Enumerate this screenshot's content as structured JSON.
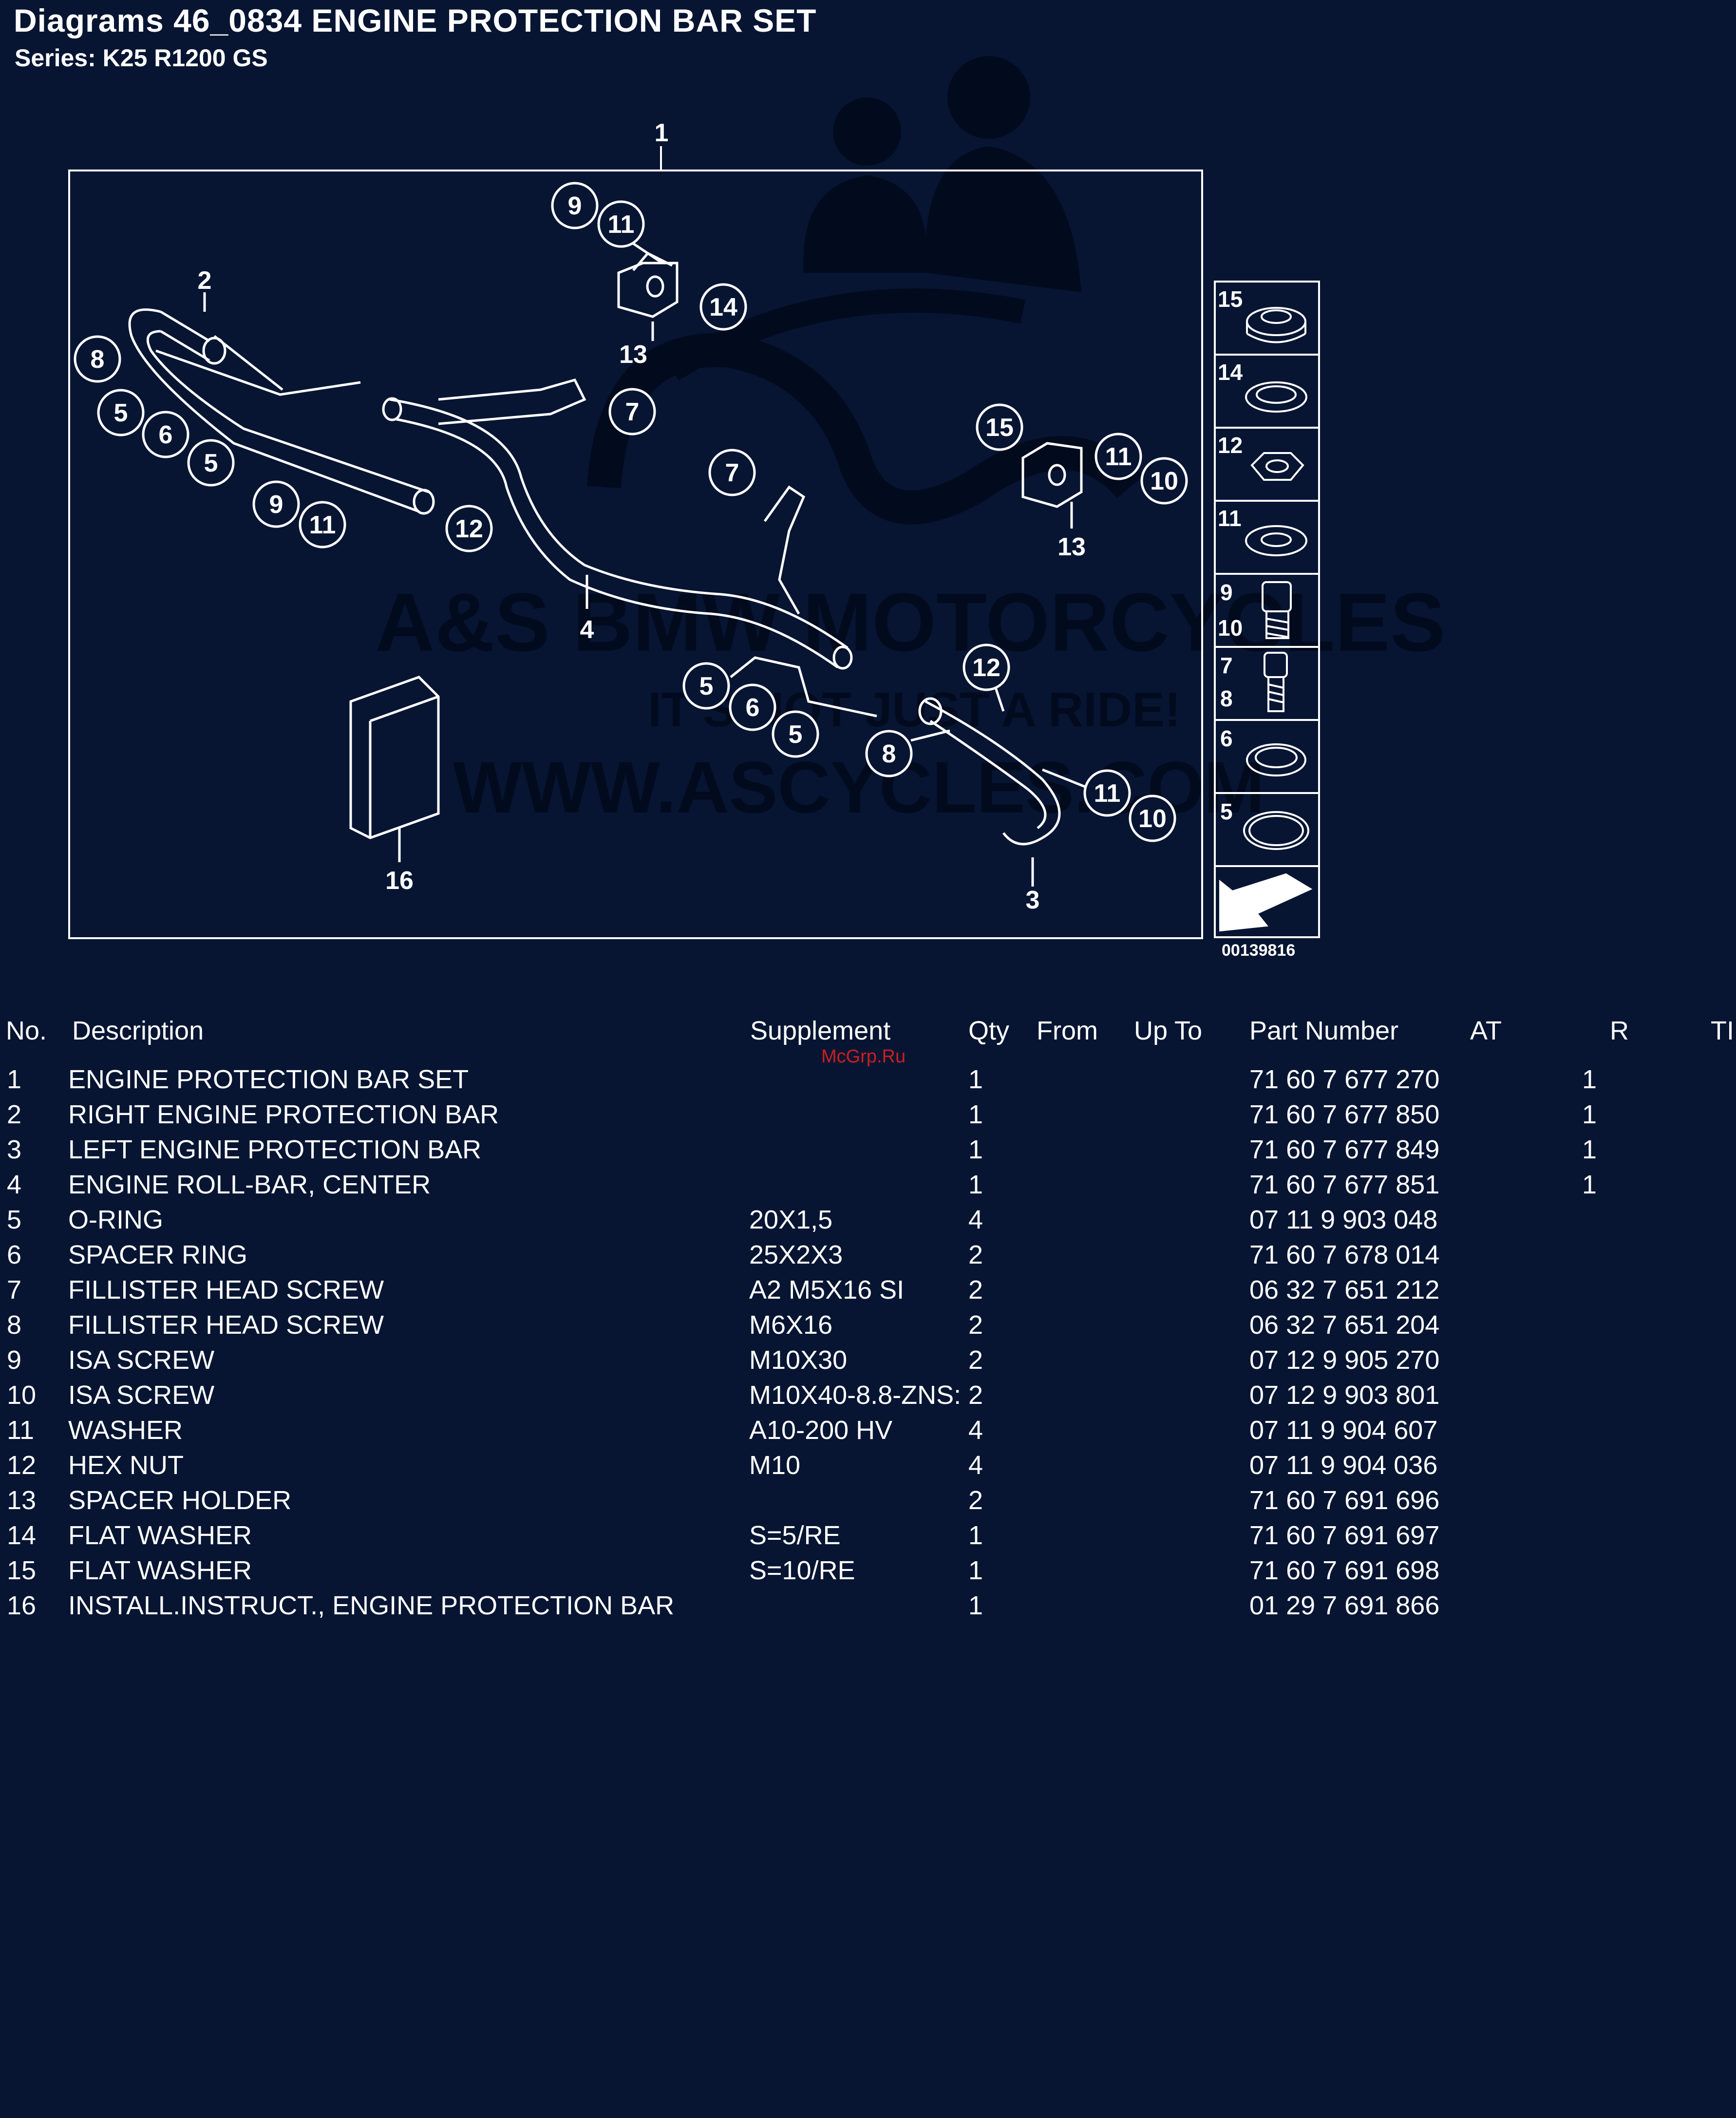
{
  "header": {
    "title": "Diagrams 46_0834 ENGINE PROTECTION BAR SET",
    "subtitle": "Series: K25 R1200 GS"
  },
  "diagram": {
    "figure_id": "00139816",
    "watermark": {
      "line1": "A&S BMW MOTORCYCLES",
      "line2": "IT'S NOT JUST A RIDE!",
      "line3": "WWW.ASCYCLES.COM"
    },
    "callouts": [
      "1",
      "2",
      "3",
      "4",
      "5",
      "6",
      "7",
      "8",
      "9",
      "10",
      "11",
      "12",
      "13",
      "14",
      "15",
      "16"
    ],
    "legend_numbers": [
      "15",
      "14",
      "12",
      "11",
      "9",
      "10",
      "7",
      "8",
      "6",
      "5"
    ]
  },
  "source_label": "McGrp.Ru",
  "table": {
    "headers": {
      "no": "No.",
      "description": "Description",
      "supplement": "Supplement",
      "qty": "Qty",
      "from": "From",
      "up_to": "Up To",
      "part_number": "Part Number",
      "at": "AT",
      "r": "R",
      "ti": "TI"
    },
    "rows": [
      {
        "no": "1",
        "description": "ENGINE PROTECTION BAR SET",
        "supplement": "",
        "qty": "1",
        "part_number": "71 60 7 677 270",
        "r": "1"
      },
      {
        "no": "2",
        "description": "RIGHT ENGINE PROTECTION BAR",
        "supplement": "",
        "qty": "1",
        "part_number": "71 60 7 677 850",
        "r": "1"
      },
      {
        "no": "3",
        "description": "LEFT ENGINE PROTECTION BAR",
        "supplement": "",
        "qty": "1",
        "part_number": "71 60 7 677 849",
        "r": "1"
      },
      {
        "no": "4",
        "description": "ENGINE ROLL-BAR, CENTER",
        "supplement": "",
        "qty": "1",
        "part_number": "71 60 7 677 851",
        "r": "1"
      },
      {
        "no": "5",
        "description": "O-RING",
        "supplement": "20X1,5",
        "qty": "4",
        "part_number": "07 11 9 903 048",
        "r": ""
      },
      {
        "no": "6",
        "description": "SPACER RING",
        "supplement": "25X2X3",
        "qty": "2",
        "part_number": "71 60 7 678 014",
        "r": ""
      },
      {
        "no": "7",
        "description": "FILLISTER HEAD SCREW",
        "supplement": "A2 M5X16 SI",
        "qty": "2",
        "part_number": "06 32 7 651 212",
        "r": ""
      },
      {
        "no": "8",
        "description": "FILLISTER HEAD SCREW",
        "supplement": "M6X16",
        "qty": "2",
        "part_number": "06 32 7 651 204",
        "r": ""
      },
      {
        "no": "9",
        "description": "ISA SCREW",
        "supplement": "M10X30",
        "qty": "2",
        "part_number": "07 12 9 905 270",
        "r": ""
      },
      {
        "no": "10",
        "description": "ISA SCREW",
        "supplement": "M10X40-8.8-ZNS:",
        "qty": "2",
        "part_number": "07 12 9 903 801",
        "r": ""
      },
      {
        "no": "11",
        "description": "WASHER",
        "supplement": "A10-200 HV",
        "qty": "4",
        "part_number": "07 11 9 904 607",
        "r": ""
      },
      {
        "no": "12",
        "description": "HEX NUT",
        "supplement": "M10",
        "qty": "4",
        "part_number": "07 11 9 904 036",
        "r": ""
      },
      {
        "no": "13",
        "description": "SPACER HOLDER",
        "supplement": "",
        "qty": "2",
        "part_number": "71 60 7 691 696",
        "r": ""
      },
      {
        "no": "14",
        "description": "FLAT WASHER",
        "supplement": "S=5/RE",
        "qty": "1",
        "part_number": "71 60 7 691 697",
        "r": ""
      },
      {
        "no": "15",
        "description": "FLAT WASHER",
        "supplement": "S=10/RE",
        "qty": "1",
        "part_number": "71 60 7 691 698",
        "r": ""
      },
      {
        "no": "16",
        "description": "INSTALL.INSTRUCT., ENGINE PROTECTION BAR",
        "supplement": "",
        "qty": "1",
        "part_number": "01 29 7 691 866",
        "r": ""
      }
    ]
  }
}
